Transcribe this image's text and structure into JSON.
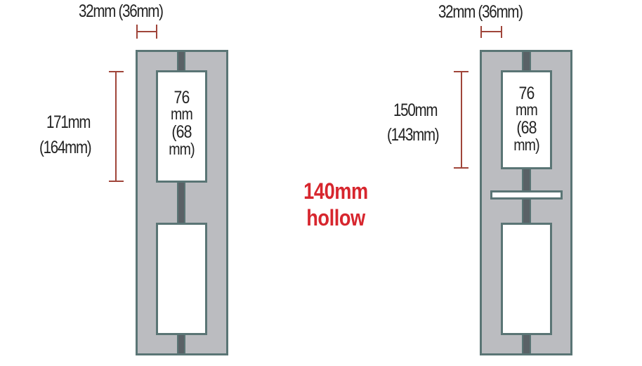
{
  "diagram": {
    "colors": {
      "wall_fill": "#bbbcc0",
      "outline": "#5a7575",
      "center_bar": "#5a6166",
      "dimension_line": "#a0453a",
      "accent_text": "#d7262e",
      "text": "#222222"
    },
    "center_label": {
      "line1": "140mm",
      "line2": "hollow"
    },
    "left_profile": {
      "width_label": "32mm (36mm)",
      "height_label_line1": "171mm",
      "height_label_line2": "(164mm)",
      "inner_label": [
        "76",
        "mm",
        "(68",
        "mm)"
      ]
    },
    "right_profile": {
      "width_label": "32mm (36mm)",
      "height_label_line1": "150mm",
      "height_label_line2": "(143mm)",
      "inner_label": [
        "76",
        "mm",
        "(68",
        "mm)"
      ]
    }
  }
}
